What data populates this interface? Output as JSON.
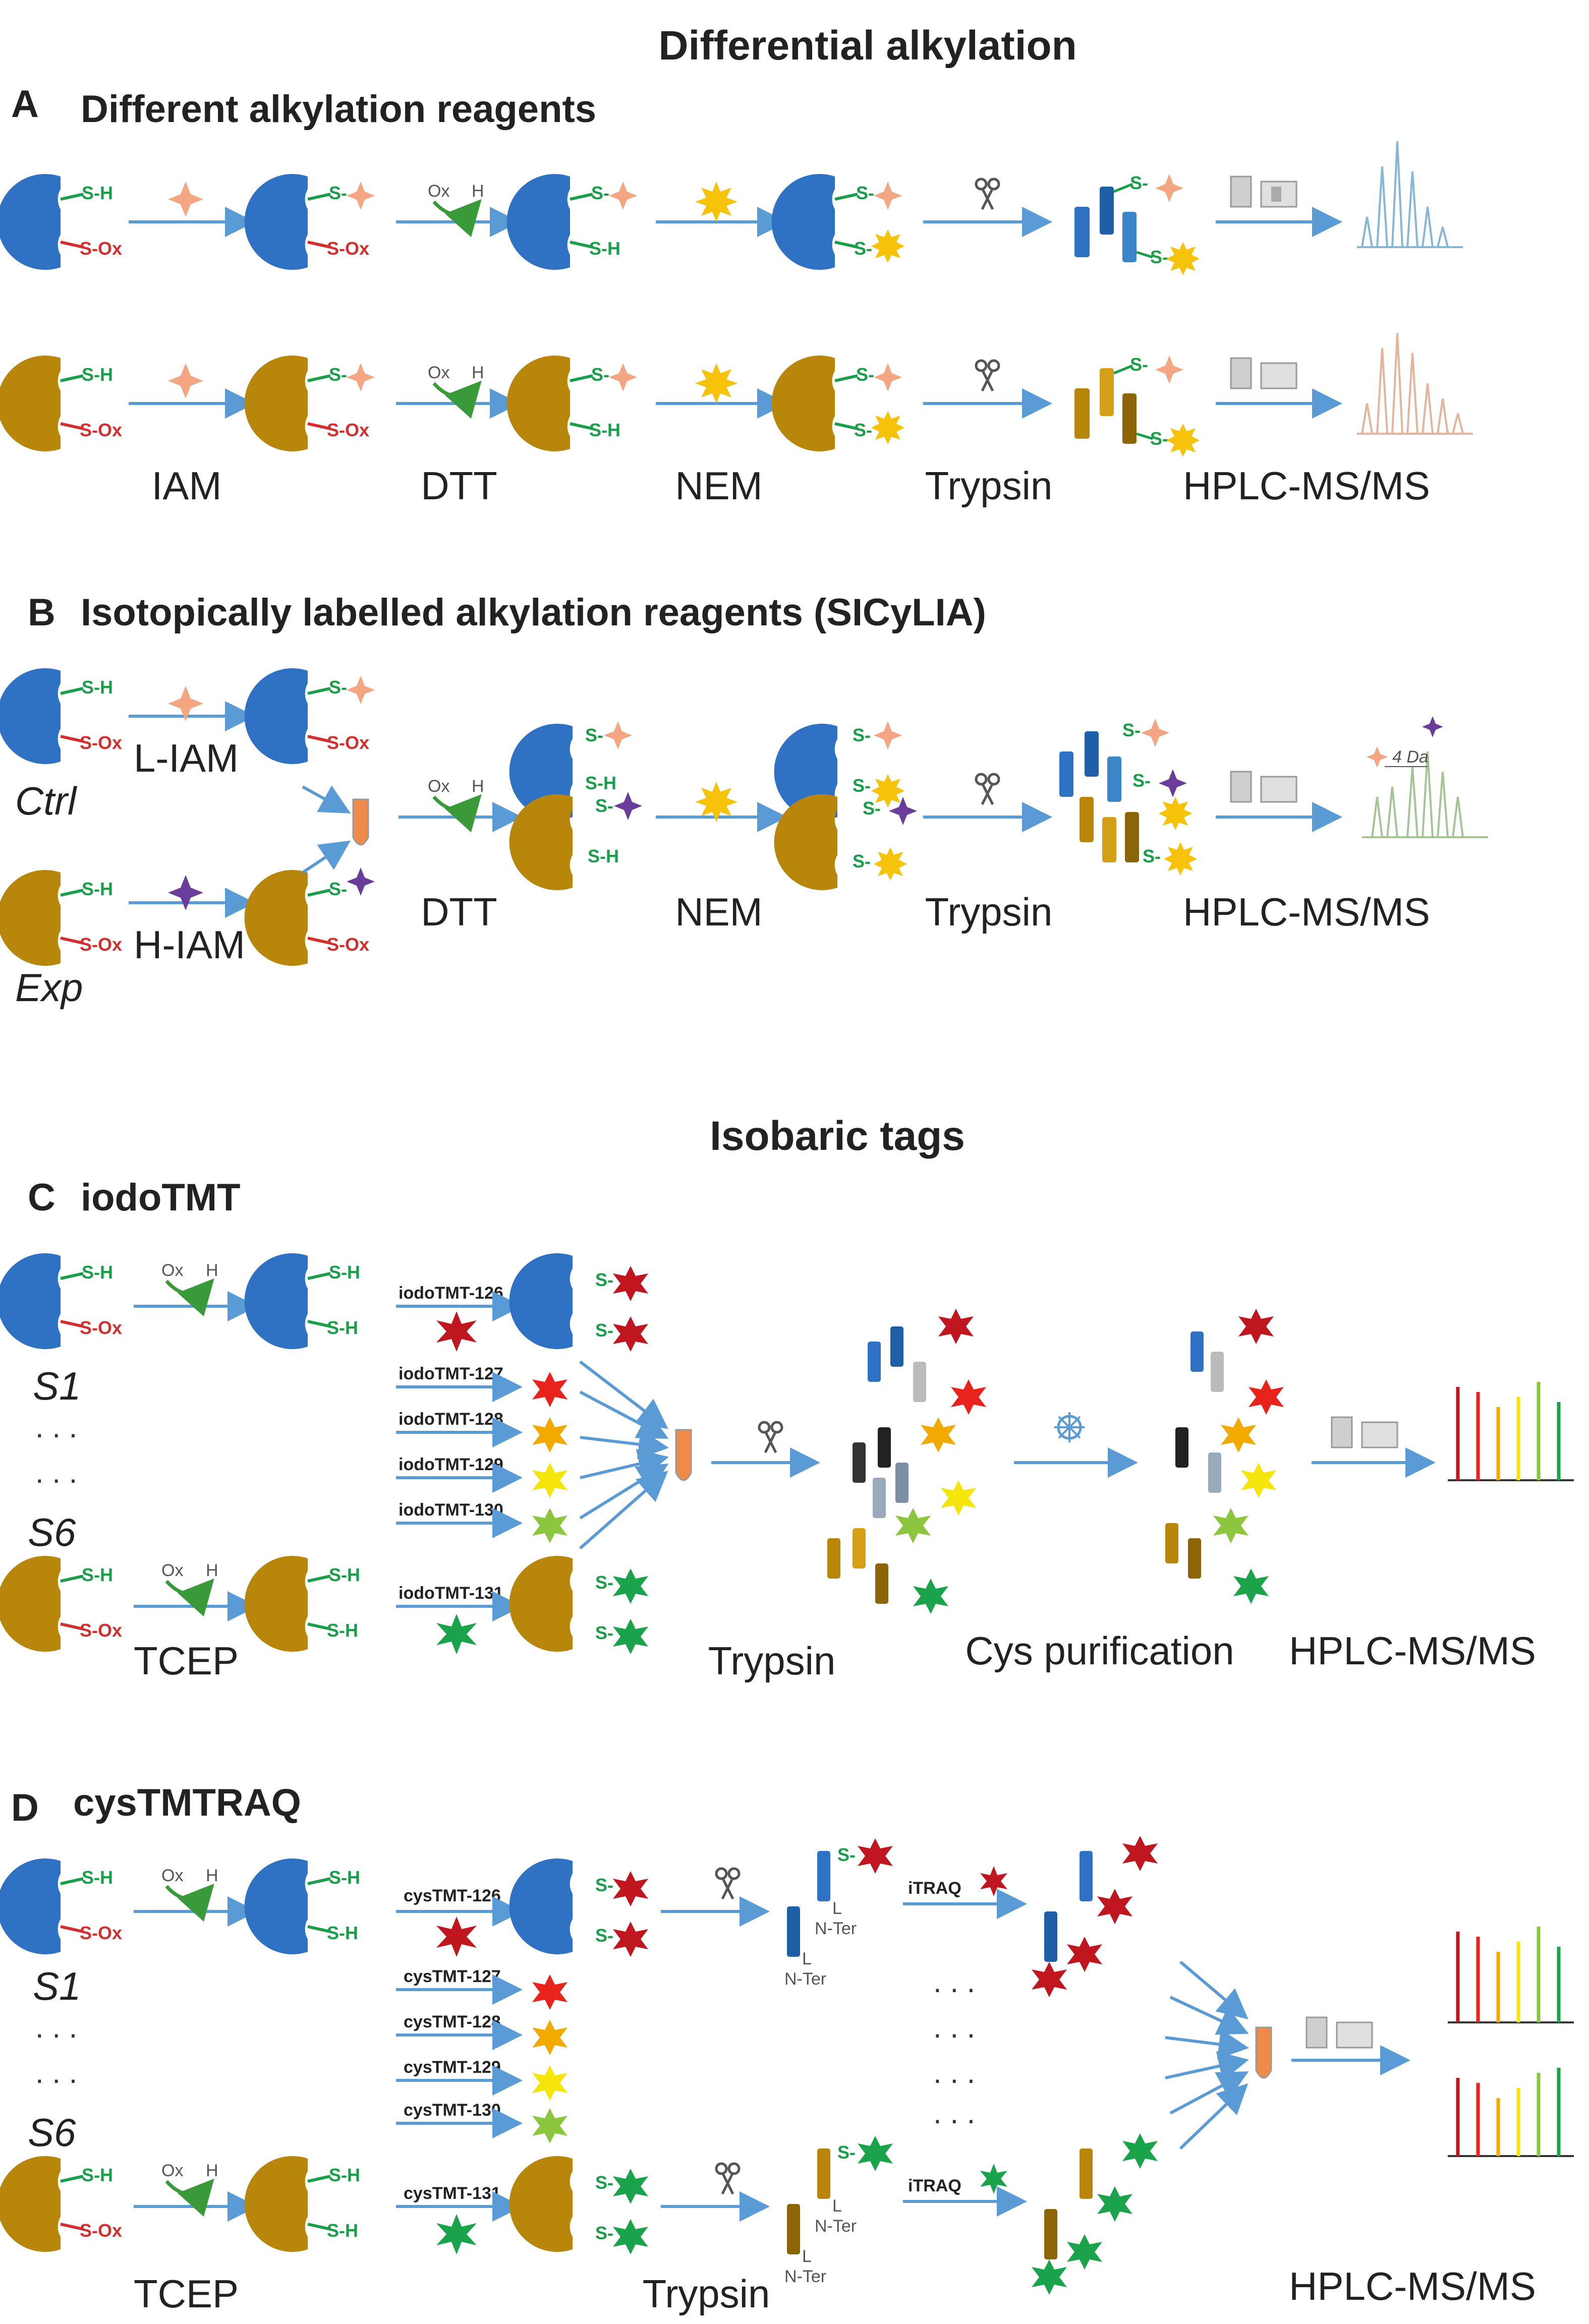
{
  "headings": {
    "differential": "Differential alkylation",
    "isobaric": "Isobaric tags"
  },
  "panels": {
    "a": {
      "letter": "A",
      "title": "Different alkylation reagents",
      "steps": [
        "IAM",
        "DTT",
        "NEM",
        "Trypsin",
        "HPLC-MS/MS"
      ]
    },
    "b": {
      "letter": "B",
      "title": "Isotopically labelled alkylation reagents (SICyLIA)",
      "steps": [
        "DTT",
        "NEM",
        "Trypsin",
        "HPLC-MS/MS"
      ],
      "ctrl": "Ctrl",
      "exp": "Exp",
      "l_iam": "L-IAM",
      "h_iam": "H-IAM",
      "delta": "4 Da"
    },
    "c": {
      "letter": "C",
      "title": "iodoTMT",
      "tags": [
        "iodoTMT-126",
        "iodoTMT-127",
        "iodoTMT-128",
        "iodoTMT-129",
        "iodoTMT-130",
        "iodoTMT-131"
      ],
      "s1": "S1",
      "s6": "S6",
      "tcep": "TCEP",
      "trypsin": "Trypsin",
      "cys_purification": "Cys purification",
      "hplc": "HPLC-MS/MS"
    },
    "d": {
      "letter": "D",
      "title": "cysTMTRAQ",
      "tags": [
        "cysTMT-126",
        "cysTMT-127",
        "cysTMT-128",
        "cysTMT-129",
        "cysTMT-130",
        "cysTMT-131"
      ],
      "s1": "S1",
      "s6": "S6",
      "tcep": "TCEP",
      "trypsin": "Trypsin",
      "itraq": "iTRAQ",
      "nter": "N-Ter",
      "l": "L",
      "hplc": "HPLC-MS/MS"
    }
  },
  "chem": {
    "sh": "S-H",
    "sox": "S-Ox",
    "s": "S-",
    "ox": "Ox",
    "h": "H",
    "dots": ". . ."
  },
  "colors": {
    "protein_blue": "#2f72c4",
    "protein_gold": "#b8860b",
    "iam_orange": "#f4a582",
    "nem_yellow": "#f7c20a",
    "heavy_purple": "#6a3d9a",
    "tmt126": "#c0161f",
    "tmt127": "#e8231c",
    "tmt128": "#f2a900",
    "tmt129": "#f5e50a",
    "tmt130": "#8cc63f",
    "tmt131": "#1aa34a"
  }
}
